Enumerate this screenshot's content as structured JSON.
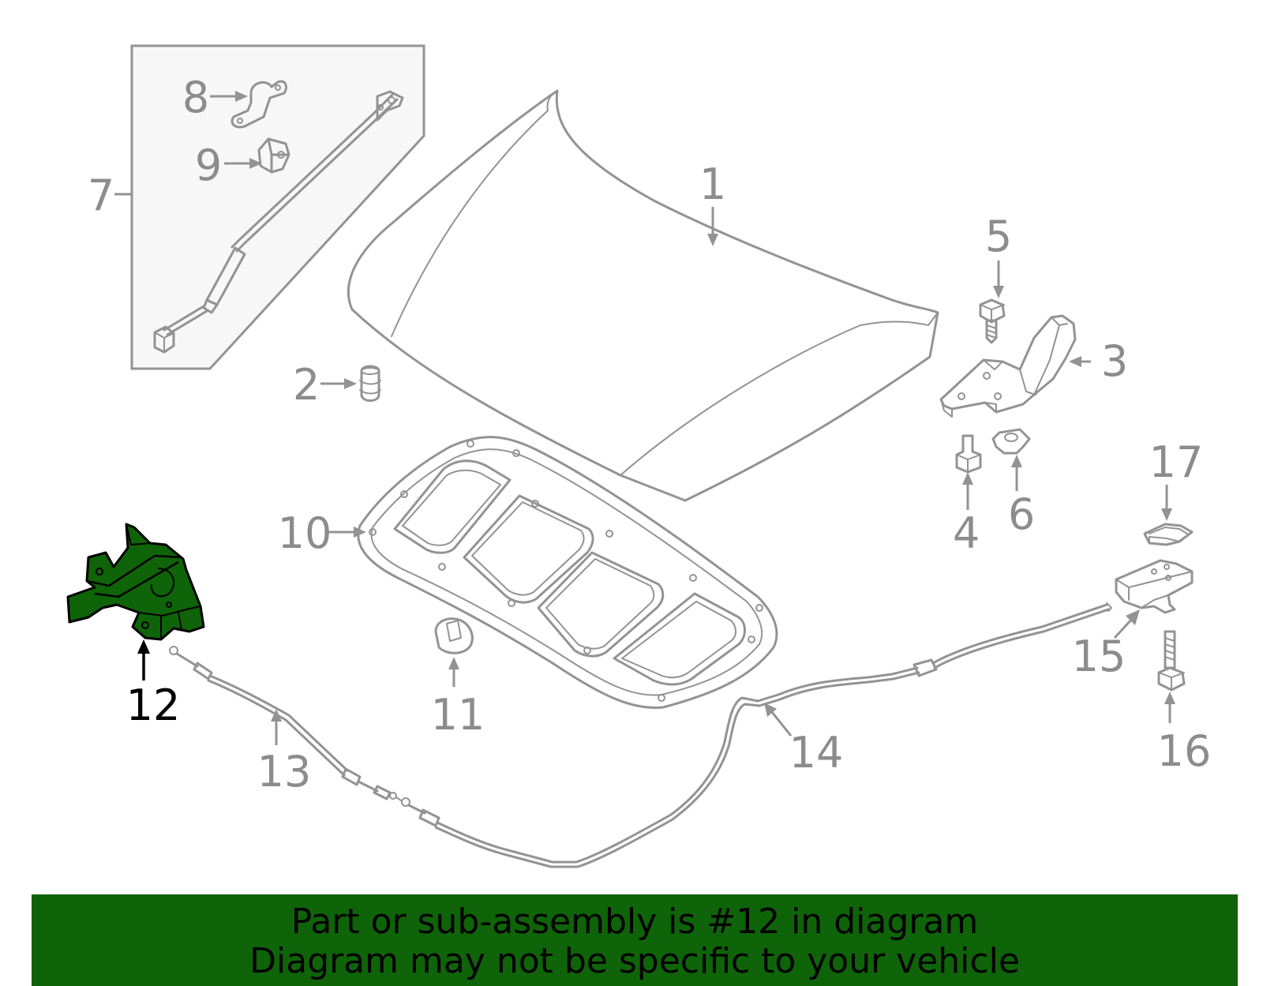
{
  "diagram": {
    "highlighted_part": "12",
    "highlight_color": "#0f6308",
    "line_color": "#939393",
    "callouts": [
      "1",
      "2",
      "3",
      "4",
      "5",
      "6",
      "7",
      "8",
      "9",
      "10",
      "11",
      "12",
      "13",
      "14",
      "15",
      "16",
      "17"
    ]
  },
  "banner": {
    "background_color": "#0f6308",
    "line1": "Part or sub-assembly is #12 in diagram",
    "line2": "Diagram may not be specific to your vehicle"
  }
}
